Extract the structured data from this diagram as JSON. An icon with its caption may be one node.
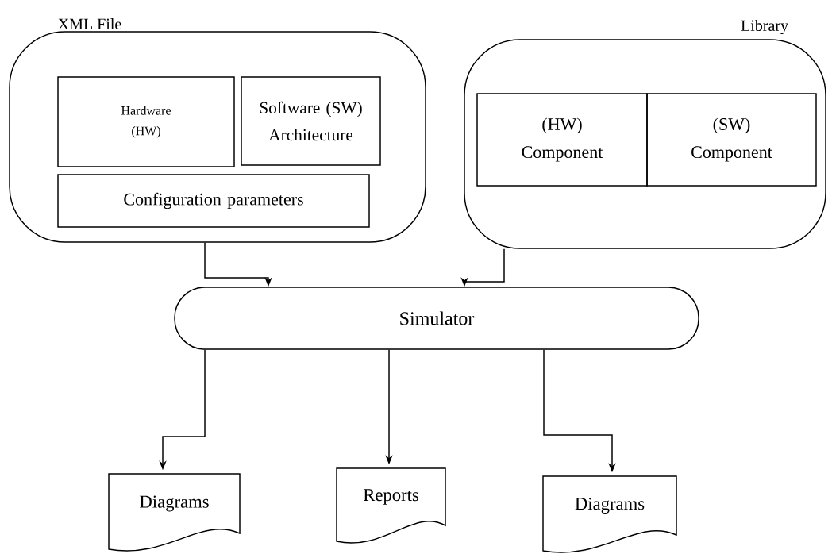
{
  "diagram": {
    "nodes": [
      {
        "text": [
          "XML File"
        ]
      },
      {
        "text": [
          "Hardware (HW)"
        ],
        "in": 0
      },
      {
        "text": [
          "Software (SW) Architecture"
        ],
        "in": 0
      },
      {
        "text": [
          "Configuration parameters"
        ],
        "in": 0
      },
      {
        "text": [
          "Library"
        ]
      },
      {
        "text": [
          "(HW) Component"
        ],
        "in": 4
      },
      {
        "text": [
          "(SW) Component"
        ],
        "in": 4
      },
      {
        "text": [
          "Simulator"
        ]
      },
      {
        "text": [
          "Diagrams"
        ]
      },
      {
        "text": [
          "Reports"
        ]
      },
      {
        "text": [
          "Diagrams"
        ]
      }
    ],
    "edges": [
      {
        "from": 0,
        "to": 7,
        "arrow": "to"
      },
      {
        "from": 4,
        "to": 7,
        "arrow": "to"
      },
      {
        "from": 7,
        "to": 8,
        "arrow": "to"
      },
      {
        "from": 7,
        "to": 9,
        "arrow": "to"
      },
      {
        "from": 7,
        "to": 10,
        "arrow": "to"
      }
    ]
  }
}
